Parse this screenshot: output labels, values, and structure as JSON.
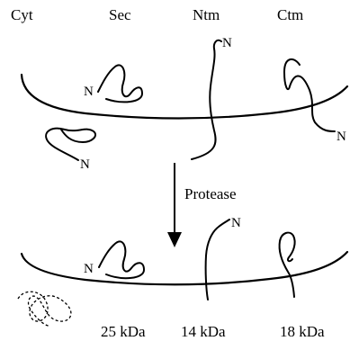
{
  "columns": {
    "cyt": "Cyt",
    "sec": "Sec",
    "ntm": "Ntm",
    "ctm": "Ctm"
  },
  "terminus": "N",
  "arrow_label": "Protease",
  "sizes": {
    "sec": "25 kDa",
    "ntm": "14 kDa",
    "ctm": "18 kDa"
  }
}
